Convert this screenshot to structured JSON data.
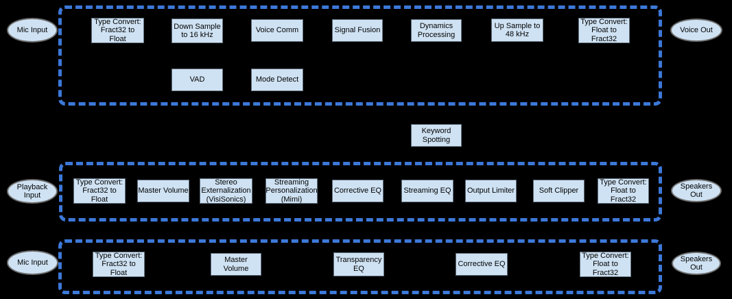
{
  "colors": {
    "background": "#000000",
    "dashed_box_border": "#3c78d8",
    "block_fill": "#cfe2f3",
    "block_border": "#62717f",
    "ellipse_fill": "#cfe2f3",
    "ellipse_border": "#6e6e6e",
    "text": "#000000"
  },
  "pipelines": [
    {
      "input": {
        "label": "Mic Input"
      },
      "output": {
        "label": "Voice Out"
      },
      "blocks": [
        {
          "label": "Type Convert:\nFract32 to\nFloat"
        },
        {
          "label": "Down Sample\nto 16 kHz"
        },
        {
          "label": "Voice Comm"
        },
        {
          "label": "Signal Fusion"
        },
        {
          "label": "Dynamics\nProcessing"
        },
        {
          "label": "Up Sample to\n48 kHz"
        },
        {
          "label": "Type Convert:\nFloat to\nFract32"
        },
        {
          "label": "VAD"
        },
        {
          "label": "Mode Detect"
        }
      ]
    },
    {
      "input": {
        "label": "Playback\nInput"
      },
      "output": {
        "label": "Speakers\nOut"
      },
      "blocks": [
        {
          "label": "Type Convert:\nFract32 to\nFloat"
        },
        {
          "label": "Master Volume"
        },
        {
          "label": "Stereo\nExternalization\n(VisiSonics)"
        },
        {
          "label": "Streaming\nPersonalization\n(Mimi)"
        },
        {
          "label": "Corrective EQ"
        },
        {
          "label": "Streaming EQ"
        },
        {
          "label": "Output Limiter"
        },
        {
          "label": "Soft Clipper"
        },
        {
          "label": "Type Convert:\nFloat to\nFract32"
        }
      ]
    },
    {
      "input": {
        "label": "Mic Input"
      },
      "output": {
        "label": "Speakers\nOut"
      },
      "blocks": [
        {
          "label": "Type Convert:\nFract32 to\nFloat"
        },
        {
          "label": "Master Volume"
        },
        {
          "label": "Transparency\nEQ"
        },
        {
          "label": "Corrective EQ"
        },
        {
          "label": "Type Convert:\nFloat to\nFract32"
        }
      ]
    }
  ],
  "standalone_blocks": [
    {
      "label": "Keyword\nSpotting"
    }
  ]
}
